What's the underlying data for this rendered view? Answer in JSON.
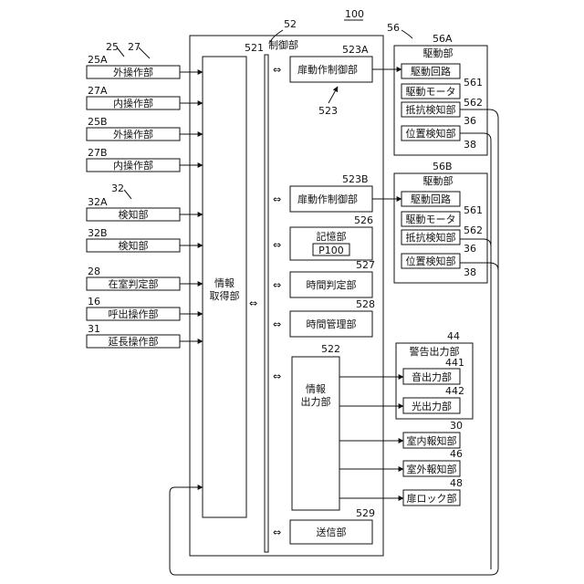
{
  "system": {
    "ref": "100"
  },
  "control": {
    "ref": "52",
    "label": "制御部"
  },
  "info_acq": {
    "ref": "521",
    "line1": "情報",
    "line2": "取得部"
  },
  "info_out": {
    "ref": "522",
    "line1": "情報",
    "line2": "出力部"
  },
  "door_ctrl_a": {
    "ref": "523A",
    "label": "扉動作制御部"
  },
  "door_ctrl_b": {
    "ref": "523B",
    "label": "扉動作制御部"
  },
  "door_ctrl_group_ref": "523",
  "memory": {
    "ref": "526",
    "label": "記憶部",
    "sub": "P100"
  },
  "time_judge": {
    "ref": "527",
    "label": "時間判定部"
  },
  "time_mgmt": {
    "ref": "528",
    "label": "時間管理部"
  },
  "transmit": {
    "ref": "529",
    "label": "送信部"
  },
  "inputs": [
    {
      "ref": "25A",
      "label": "外操作部"
    },
    {
      "ref": "27A",
      "label": "内操作部"
    },
    {
      "ref": "25B",
      "label": "外操作部"
    },
    {
      "ref": "27B",
      "label": "内操作部"
    },
    {
      "ref": "32A",
      "label": "検知部"
    },
    {
      "ref": "32B",
      "label": "検知部"
    },
    {
      "ref": "28",
      "label": "在室判定部"
    },
    {
      "ref": "16",
      "label": "呼出操作部"
    },
    {
      "ref": "31",
      "label": "延長操作部"
    }
  ],
  "input_group_refs": {
    "r25": "25",
    "r27": "27",
    "r32": "32"
  },
  "drive_group_ref": "56",
  "drives": [
    {
      "ref": "56A",
      "label": "駆動部",
      "circuit": "駆動回路",
      "circuit_ref": "561",
      "motor": "駆動モータ",
      "motor_ref": "562",
      "resist": "抵抗検知部",
      "resist_ref": "36",
      "pos": "位置検知部",
      "pos_ref": "38"
    },
    {
      "ref": "56B",
      "label": "駆動部",
      "circuit": "駆動回路",
      "circuit_ref": "561",
      "motor": "駆動モータ",
      "motor_ref": "562",
      "resist": "抵抗検知部",
      "resist_ref": "36",
      "pos": "位置検知部",
      "pos_ref": "38"
    }
  ],
  "alarm": {
    "ref": "44",
    "label": "警告出力部",
    "sound": "音出力部",
    "sound_ref": "441",
    "light": "光出力部",
    "light_ref": "442"
  },
  "indoor_notify": {
    "ref": "30",
    "label": "室内報知部"
  },
  "outdoor_notify": {
    "ref": "46",
    "label": "室外報知部"
  },
  "door_lock": {
    "ref": "48",
    "label": "扉ロック部"
  }
}
